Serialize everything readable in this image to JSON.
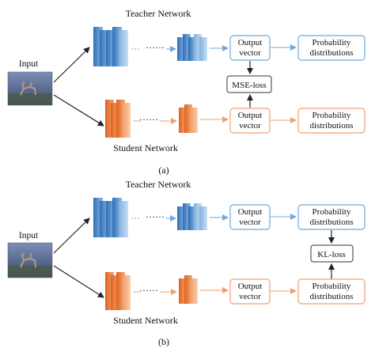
{
  "panel_a": {
    "teacher_label": "Teacher Network",
    "student_label": "Student Network",
    "input_label": "Input",
    "teacher_output": [
      "Output",
      "vector"
    ],
    "student_output": [
      "Output",
      "vector"
    ],
    "teacher_prob": [
      "Probability",
      "distributions"
    ],
    "student_prob": [
      "Probability",
      "distributions"
    ],
    "loss_label": "MSE-loss",
    "caption": "(a)"
  },
  "panel_b": {
    "teacher_label": "Teacher Network",
    "student_label": "Student Network",
    "input_label": "Input",
    "teacher_output": [
      "Output",
      "vector"
    ],
    "student_output": [
      "Output",
      "vector"
    ],
    "teacher_prob": [
      "Probability",
      "distributions"
    ],
    "student_prob": [
      "Probability",
      "distributions"
    ],
    "loss_label": "KL-loss",
    "caption": "(b)"
  },
  "colors": {
    "teacher_blue": "#4a86c8",
    "teacher_box_border": "#6fa8dc",
    "student_orange": "#e8783a",
    "student_box_border": "#f0a070",
    "arrow_black": "#222222"
  }
}
